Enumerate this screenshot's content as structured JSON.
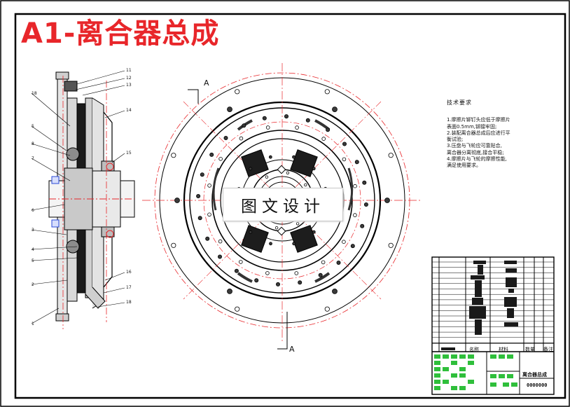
{
  "drawing": {
    "title": "A1-离合器总成",
    "watermark": "图文设计",
    "section_label_top": "A",
    "section_label_bottom": "A"
  },
  "tech_req": {
    "heading": "技术要求",
    "lines": [
      "1.摩擦片铆钉头应低于摩擦片",
      "表面0.5mm,铆接牢固;",
      "2.装配离合器总成后应进行平",
      "衡试验;",
      "3.压盘与飞轮应可靠贴合,",
      "离合器分离彻底,接合平稳;",
      "4.摩擦片与飞轮的摩擦性能,",
      "满足使用要求。"
    ]
  },
  "callouts_left": [
    "18",
    "5",
    "8",
    "7",
    "6",
    "3",
    "4",
    "5",
    "2",
    "1"
  ],
  "callouts_right": [
    "11",
    "12",
    "13",
    "14",
    "15",
    "16",
    "17",
    "18"
  ],
  "title_block": {
    "col_name": "名称",
    "col_material": "材料",
    "col_notes": "备注",
    "col_count": "数量",
    "part_name": "离合器总成",
    "drawing_no": "0000000"
  },
  "colors": {
    "accent_red": "#e8262a",
    "line": "#000000",
    "center": "#e8262a",
    "green": "#2fbf3b"
  }
}
